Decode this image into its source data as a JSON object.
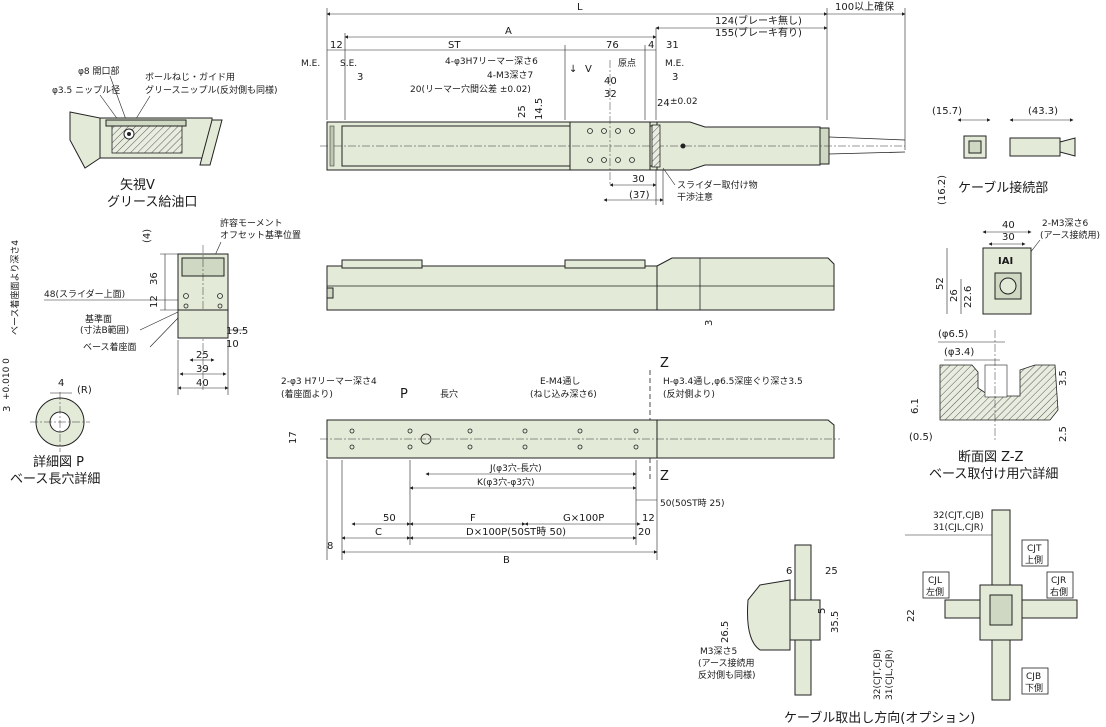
{
  "top": {
    "L": "L",
    "A": "A",
    "ST": "ST",
    "d76": "76",
    "d4": "4",
    "d31": "31",
    "d12": "12",
    "me_left": "M.E.",
    "me_right": "M.E.",
    "se": "S.E.",
    "d3a": "3",
    "d3b": "3",
    "origin": "原点",
    "brake_none": "124(ブレーキ無し)",
    "brake_with": "155(ブレーキ有り)",
    "cable_space": "100以上確保",
    "reamer6": "4-φ3H7リーマー深さ6",
    "m3_7": "4-M3深さ7",
    "tol": "20(リーマー穴間公差 ±0.02)",
    "d40": "40",
    "d32": "32",
    "d25": "25",
    "d14_5": "14.5",
    "d24": "24",
    "d24_tol": "±0.02",
    "d30": "30",
    "d37": "(37)",
    "view_v": "V",
    "slider_note1": "スライダー取付け物",
    "slider_note2": "干渉注意"
  },
  "view_v": {
    "phi8": "φ8 開口部",
    "phi3_5": "φ3.5 ニップル径",
    "nipple1": "ボールねじ・ガイド用",
    "nipple2": "グリースニップル(反対側も同様)",
    "title1": "矢視V",
    "title2": "グリース給油口"
  },
  "end_view": {
    "moment1": "許容モーメント",
    "moment2": "オフセット基準位置",
    "d4": "(4)",
    "d36": "36",
    "d12": "12",
    "slider_top": "48(スライダー上面)",
    "ref1": "基準面",
    "ref2": "(寸法B範囲)",
    "base": "ベース着座面",
    "d19_5": "19.5",
    "d10": "10",
    "d25": "25",
    "d39": "39",
    "d40": "40"
  },
  "detail_p": {
    "side_text": "ベース着座面より深さ4",
    "side_val": "3",
    "side_tol": "+0.010 0",
    "d4": "4",
    "r": "(R)",
    "title1": "詳細図 P",
    "title2": "ベース長穴詳細"
  },
  "cable": {
    "d15_7": "(15.7)",
    "d43_3": "(43.3)",
    "d16_2": "(16.2)",
    "title": "ケーブル接続部"
  },
  "end_view2": {
    "d40": "40",
    "d30": "30",
    "m3": "2-M3深さ6",
    "earth": "(アース接続用)",
    "d52": "52",
    "d26": "26",
    "d22_6": "22.6",
    "logo": "IAI"
  },
  "section_z": {
    "d6_5": "(φ6.5)",
    "d3_4": "(φ3.4)",
    "d3_5": "3.5",
    "d6_1": "6.1",
    "d2_5": "2.5",
    "d0_5": "(0.5)",
    "title1": "断面図 Z-Z",
    "title2": "ベース取付け用穴詳細"
  },
  "bottom": {
    "reamer4": "2-φ3 H7リーマー深さ4",
    "reamer4b": "(着座面より)",
    "p": "P",
    "long_hole": "長穴",
    "em4": "E-M4通し",
    "em4b": "(ねじ込み深さ6)",
    "h_hole": "H-φ3.4通し,φ6.5深座ぐり深さ3.5",
    "h_hole_b": "(反対側より)",
    "z": "Z",
    "d17": "17",
    "J": "J(φ3穴-長穴)",
    "K": "K(φ3穴-φ3穴)",
    "d50_st": "50(50ST時 25)",
    "d50": "50",
    "F": "F",
    "G": "G×100P",
    "d12": "12",
    "C": "C",
    "D": "D×100P(50ST時 50)",
    "d20": "20",
    "d8": "8",
    "B": "B"
  },
  "side": {
    "d3": "3"
  },
  "cable_dir": {
    "d6": "6",
    "d25": "25",
    "d5": "5",
    "d26_5": "26.5",
    "d35_5": "35.5",
    "m3": "M3深さ5",
    "m3b": "(アース接続用",
    "m3c": "反対側も同様)",
    "cjt_val": "32(CJT,CJB)",
    "cjl_val": "31(CJL,CJR)",
    "cjt": "CJT",
    "cjt2": "上側",
    "cjl": "CJL",
    "cjl2": "左側",
    "cjr": "CJR",
    "cjr2": "右側",
    "cjb": "CJB",
    "cjb2": "下側",
    "d22": "22",
    "v32": "32(CJT,CJB)",
    "v31": "31(CJL,CJR)",
    "title": "ケーブル取出し方向(オプション)"
  }
}
